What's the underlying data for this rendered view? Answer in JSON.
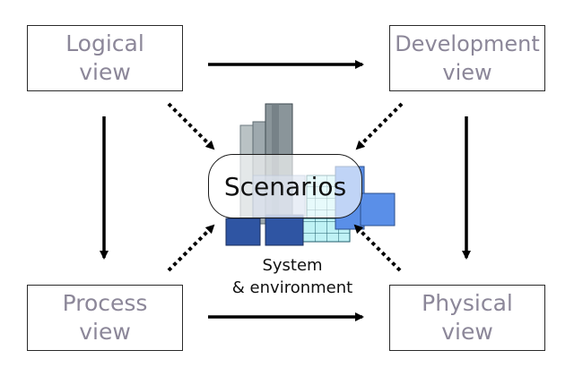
{
  "views": {
    "logical": [
      "Logical",
      "view"
    ],
    "development": [
      "Development",
      "view"
    ],
    "process": [
      "Process",
      "view"
    ],
    "physical": [
      "Physical",
      "view"
    ]
  },
  "center": {
    "label": "Scenarios",
    "caption": [
      "System",
      "& environment"
    ]
  },
  "colors": {
    "box_border": "#2a2a2a",
    "box_text": "#8c8799",
    "arrow": "#000000",
    "building_dark_blue": "#2f55a3",
    "building_light_blue": "#5a8fe8",
    "building_grey": "#8a959a",
    "building_cyan": "#bff2f5"
  }
}
